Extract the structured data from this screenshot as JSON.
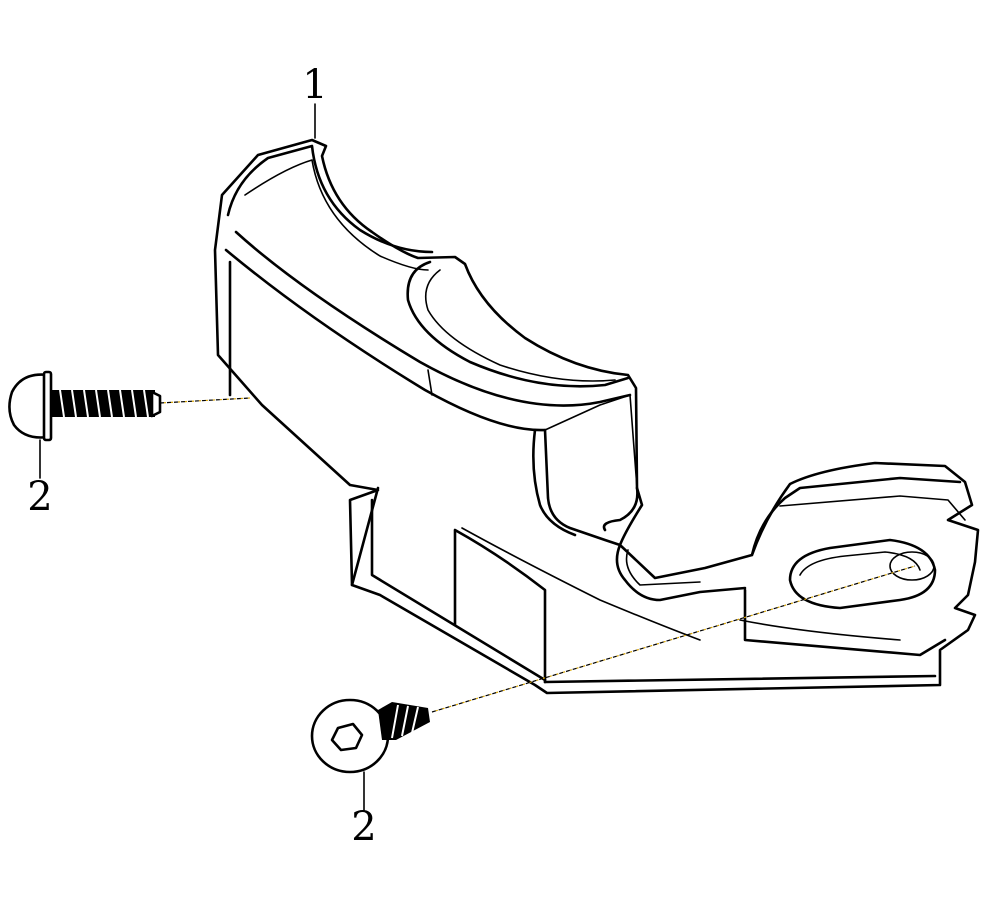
{
  "callouts": [
    {
      "number": "1"
    },
    {
      "number": "2"
    },
    {
      "number": "2"
    }
  ],
  "parts": {
    "cover": {
      "icon": "fairing-cover-part"
    },
    "screw_side": {
      "icon": "flange-screw-part"
    },
    "screw_front": {
      "icon": "hex-socket-screw-part"
    }
  }
}
